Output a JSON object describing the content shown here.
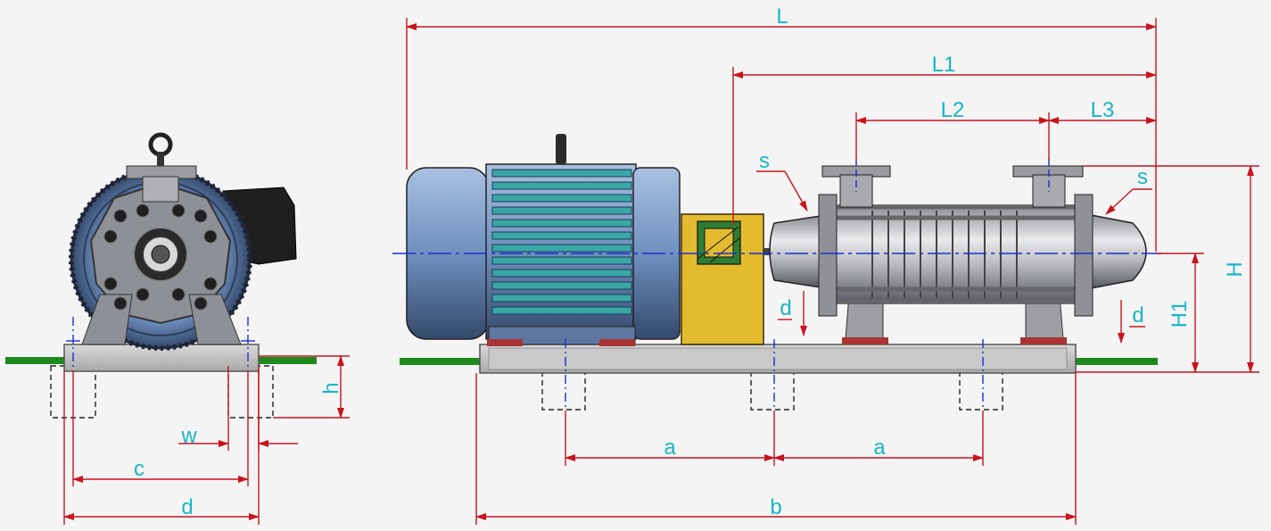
{
  "colors": {
    "dimension": "#c8141e",
    "label": "#18b6c4",
    "centerline": "#1a2fd6",
    "ground": "#1e8a1e",
    "motor": "#6f90bf",
    "motor_fins": "#3aa6a8",
    "coupling_guard": "#e3bb2e",
    "pump_body": "#b5b7bb",
    "base": "#c6c6c6"
  },
  "front_view": {
    "dim_h": "h",
    "dim_w": "w",
    "dim_c": "c",
    "dim_d": "d"
  },
  "side_view": {
    "dim_L": "L",
    "dim_L1": "L1",
    "dim_L2": "L2",
    "dim_L3": "L3",
    "dim_H": "H",
    "dim_H1": "H1",
    "dim_a_left": "a",
    "dim_a_right": "a",
    "dim_b": "b",
    "suction_label": "s",
    "discharge_label": "s",
    "drain_label_left": "d",
    "drain_label_right": "d"
  }
}
